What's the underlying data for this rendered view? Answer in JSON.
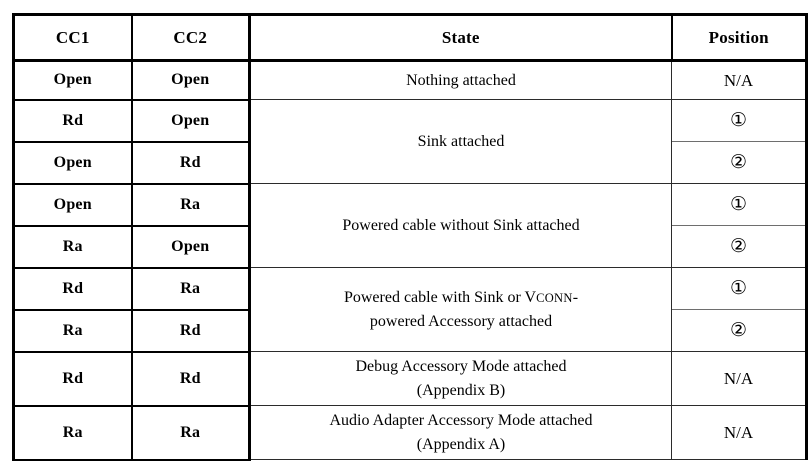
{
  "table": {
    "headers": [
      "CC1",
      "CC2",
      "State",
      "Position"
    ],
    "rows": [
      {
        "cc1": "Open",
        "cc2": "Open",
        "state": "Nothing attached",
        "position": "N/A"
      },
      {
        "cc1": "Rd",
        "cc2": "Open",
        "state": "Sink attached",
        "position": "①"
      },
      {
        "cc1": "Open",
        "cc2": "Rd",
        "state": "",
        "position": "②"
      },
      {
        "cc1": "Open",
        "cc2": "Ra",
        "state": "Powered cable without Sink attached",
        "position": "①"
      },
      {
        "cc1": "Ra",
        "cc2": "Open",
        "state": "",
        "position": "②"
      },
      {
        "cc1": "Rd",
        "cc2": "Ra",
        "state_line1_pre": "Powered cable with Sink or V",
        "state_line1_sc": "CONN",
        "state_line1_post": "-",
        "state_line2": "powered Accessory attached",
        "position": "①"
      },
      {
        "cc1": "Ra",
        "cc2": "Rd",
        "state": "",
        "position": "②"
      },
      {
        "cc1": "Rd",
        "cc2": "Rd",
        "state_line1": "Debug Accessory Mode attached",
        "state_line2": "(Appendix B)",
        "position": "N/A"
      },
      {
        "cc1": "Ra",
        "cc2": "Ra",
        "state_line1": "Audio Adapter Accessory Mode attached",
        "state_line2": "(Appendix A)",
        "position": "N/A"
      }
    ]
  },
  "colors": {
    "background": "#ffffff",
    "text": "#000000",
    "heavy_rule": "#000000",
    "hairline_rule": "#2b2b2b"
  }
}
